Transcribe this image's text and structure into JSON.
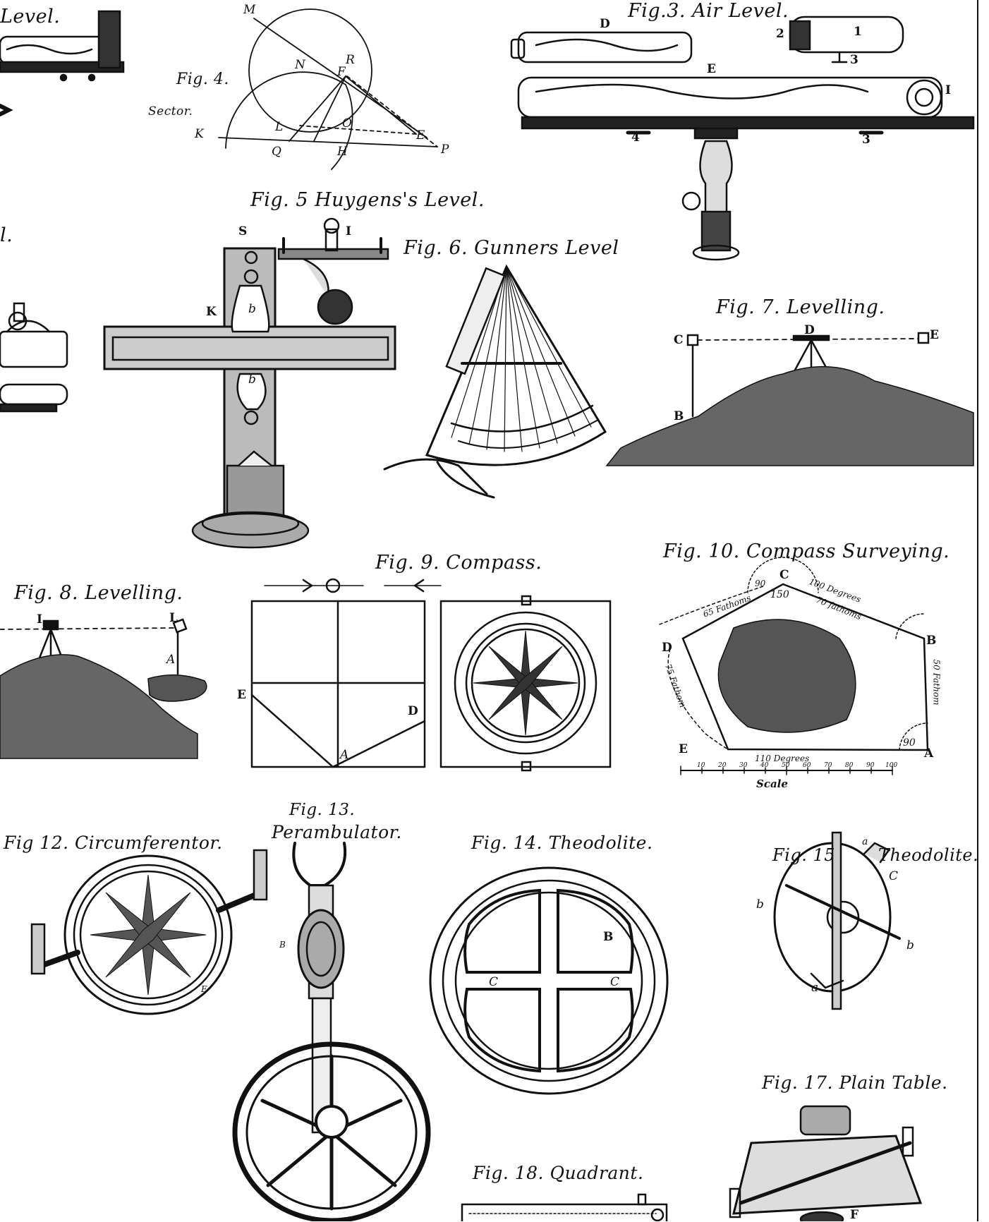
{
  "colors": {
    "ink": "#111111",
    "paper": "#ffffff"
  },
  "captions": {
    "fig1_fragment": "Level.",
    "fig2_fragment": "l.",
    "fig3": "Fig.3. Air Level.",
    "fig4": "Fig. 4.",
    "fig4_sub": "Sector.",
    "fig5": "Fig. 5 Huygens's Level.",
    "fig6": "Fig. 6. Gunners Level",
    "fig7": "Fig. 7. Levelling.",
    "fig8": "Fig. 8. Levelling.",
    "fig9": "Fig. 9. Compass.",
    "fig10": "Fig. 10. Compass Surveying.",
    "fig12": "Fig 12. Circumferentor.",
    "fig13_a": "Fig. 13.",
    "fig13_b": "Perambulator.",
    "fig14": "Fig. 14. Theodolite.",
    "fig15_a": "Fig. 15",
    "fig15_b": "Theodolite.",
    "fig17": "Fig. 17. Plain Table.",
    "fig18": "Fig. 18. Quadrant."
  },
  "labels": {
    "fig3": {
      "D": "D",
      "E": "E",
      "I": "I",
      "n2": "2",
      "n1": "1",
      "n3": "3",
      "n4": "4",
      "n3b": "3"
    },
    "fig4": {
      "M": "M",
      "N": "N",
      "R": "R",
      "F": "F",
      "K": "K",
      "L": "L",
      "O": "O",
      "Q": "Q",
      "H": "H",
      "E": "E",
      "P": "P"
    },
    "fig5": {
      "S": "S",
      "I": "I",
      "K": "K",
      "b1": "b",
      "b2": "b"
    },
    "fig7": {
      "C": "C",
      "D": "D",
      "E": "E",
      "B": "B"
    },
    "fig8": {
      "I": "I",
      "L": "L",
      "A": "A"
    },
    "fig9": {
      "E": "E",
      "D": "D",
      "A": "A"
    },
    "fig10": {
      "C": "C",
      "B": "B",
      "D": "D",
      "E": "E",
      "A": "A",
      "a150": "150",
      "a90top": "90",
      "a90right": "90",
      "deg100": "100 Degrees",
      "fath70": "70 fathoms",
      "fath65": "65 Fathoms",
      "fath50": "50 Fathom",
      "fath75": "75 Fathom",
      "deg110": "110 Degrees",
      "scale": "Scale",
      "scale_ticks": [
        "10",
        "20",
        "30",
        "40",
        "50",
        "60",
        "70",
        "80",
        "90",
        "100"
      ]
    },
    "fig12": {
      "E": "E"
    },
    "fig13": {
      "B": "B"
    },
    "fig14": {
      "B": "B",
      "C1": "C",
      "C2": "C"
    },
    "fig15": {
      "a1": "a",
      "C": "C",
      "b1": "b",
      "b2": "b",
      "a2": "a"
    },
    "fig17": {
      "F": "F"
    }
  }
}
